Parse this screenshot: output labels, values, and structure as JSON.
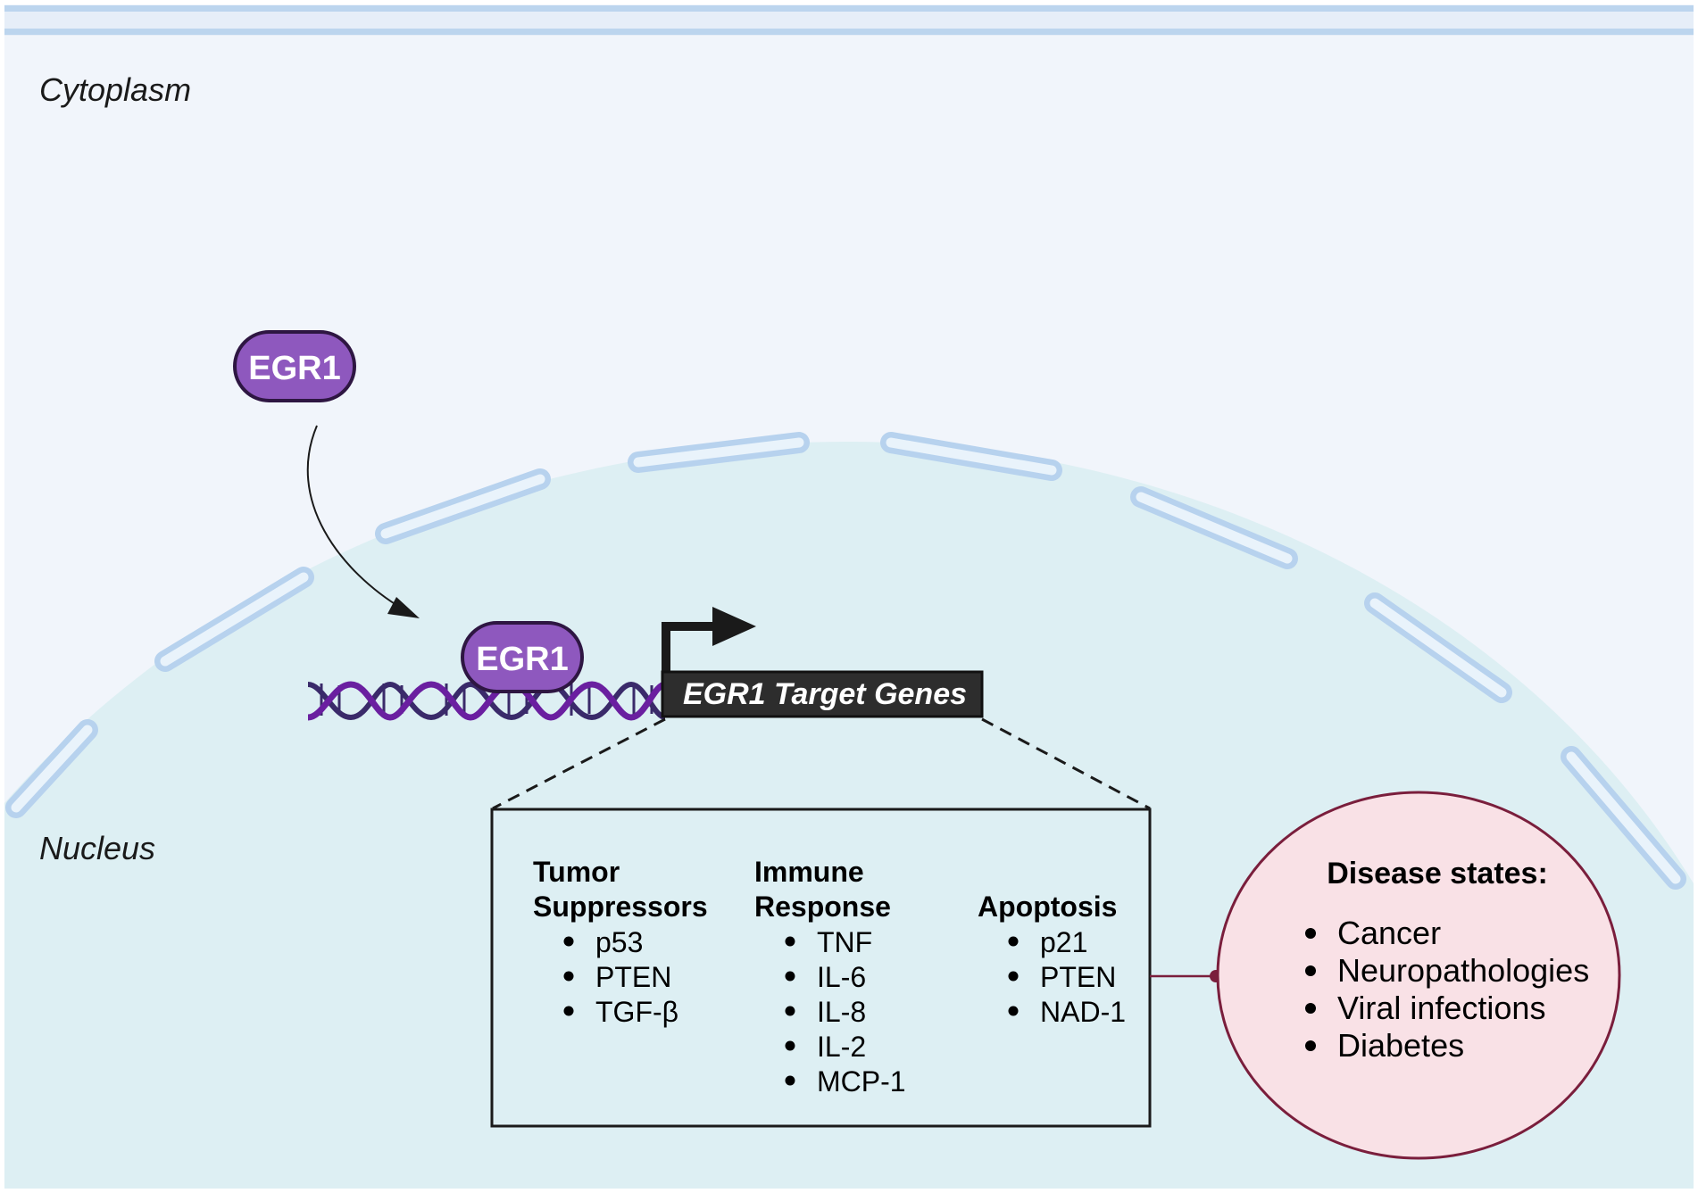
{
  "regions": {
    "cytoplasm": "Cytoplasm",
    "nucleus": "Nucleus"
  },
  "proteins": {
    "egr1_free": "EGR1",
    "egr1_bound": "EGR1"
  },
  "target_genes_label": "EGR1 Target Genes",
  "categories": [
    {
      "title_lines": [
        "Tumor",
        "Suppressors"
      ],
      "items": [
        "p53",
        "PTEN",
        "TGF-β"
      ]
    },
    {
      "title_lines": [
        "Immune",
        "Response"
      ],
      "items": [
        "TNF",
        "IL-6",
        "IL-8",
        "IL-2",
        "MCP-1"
      ]
    },
    {
      "title_lines": [
        "Apoptosis"
      ],
      "items": [
        "p21",
        "PTEN",
        "NAD-1"
      ]
    }
  ],
  "disease": {
    "title": "Disease states:",
    "items": [
      "Cancer",
      "Neuropathologies",
      "Viral infections",
      "Diabetes"
    ]
  },
  "colors": {
    "cytoplasm_bg": "#f1f5fb",
    "nucleus_bg": "#ddeff3",
    "membrane": "#b9d3ee",
    "protein_fill": "#8e58be",
    "protein_stroke": "#2e1642",
    "dna_purple": "#6a1fa0",
    "dna_dark": "#3a2a6a",
    "gene_box": "#2d2d2d",
    "disease_fill": "#f9e1e6",
    "disease_stroke": "#7a1e3c"
  }
}
